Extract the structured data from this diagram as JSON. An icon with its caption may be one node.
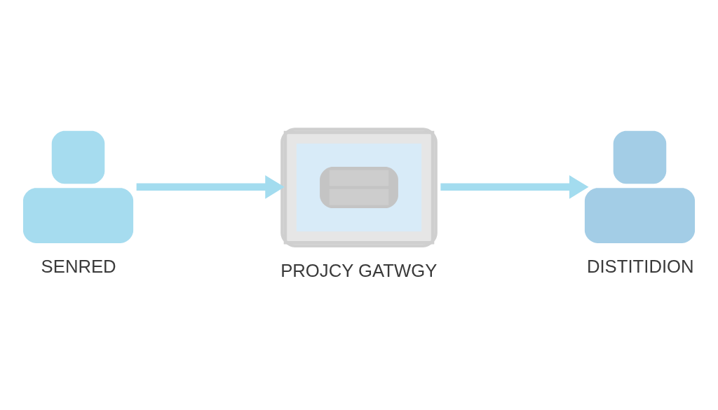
{
  "diagram": {
    "nodes": [
      {
        "text": [
          "SENRED"
        ]
      },
      {
        "text": [
          "PROJCY GATWGY"
        ]
      },
      {
        "text": [
          "DISTITIDION"
        ]
      }
    ],
    "edges": [
      {
        "from": 0,
        "to": 1,
        "arrow": "to"
      },
      {
        "from": 1,
        "to": 2,
        "arrow": "to"
      }
    ]
  }
}
